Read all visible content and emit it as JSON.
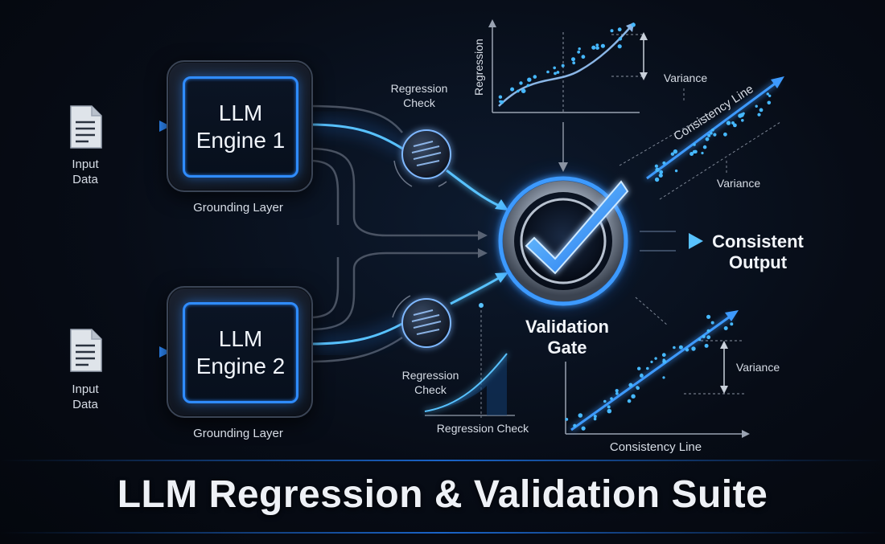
{
  "title": "LLM Regression & Validation Suite",
  "inputs": [
    {
      "label": "Input\nData",
      "icon": "document-icon"
    },
    {
      "label": "Input\nData",
      "icon": "document-icon"
    }
  ],
  "engines": [
    {
      "name": "LLM\nEngine 1",
      "layer": "Grounding Layer"
    },
    {
      "name": "LLM\nEngine 2",
      "layer": "Grounding Layer"
    }
  ],
  "checks": [
    {
      "label": "Regression\nCheck"
    },
    {
      "label": "Regression\nCheck"
    }
  ],
  "gate": {
    "label": "Validation\nGate",
    "icon": "checkmark-icon"
  },
  "output": {
    "label": "Consistent\nOutput"
  },
  "annotations": {
    "top_chart_ylabel": "Regression",
    "top_variance": "Variance",
    "diag_line": "Consistency Line",
    "diag_variance": "Variance",
    "bottom_variance": "Variance",
    "bottom_xlabel": "Consistency Line",
    "small_chart_label": "Regression Check"
  },
  "colors": {
    "accent": "#2f8cff",
    "glow": "#4fb3ff",
    "dot": "#46b8ff",
    "bg": "#070c16"
  }
}
